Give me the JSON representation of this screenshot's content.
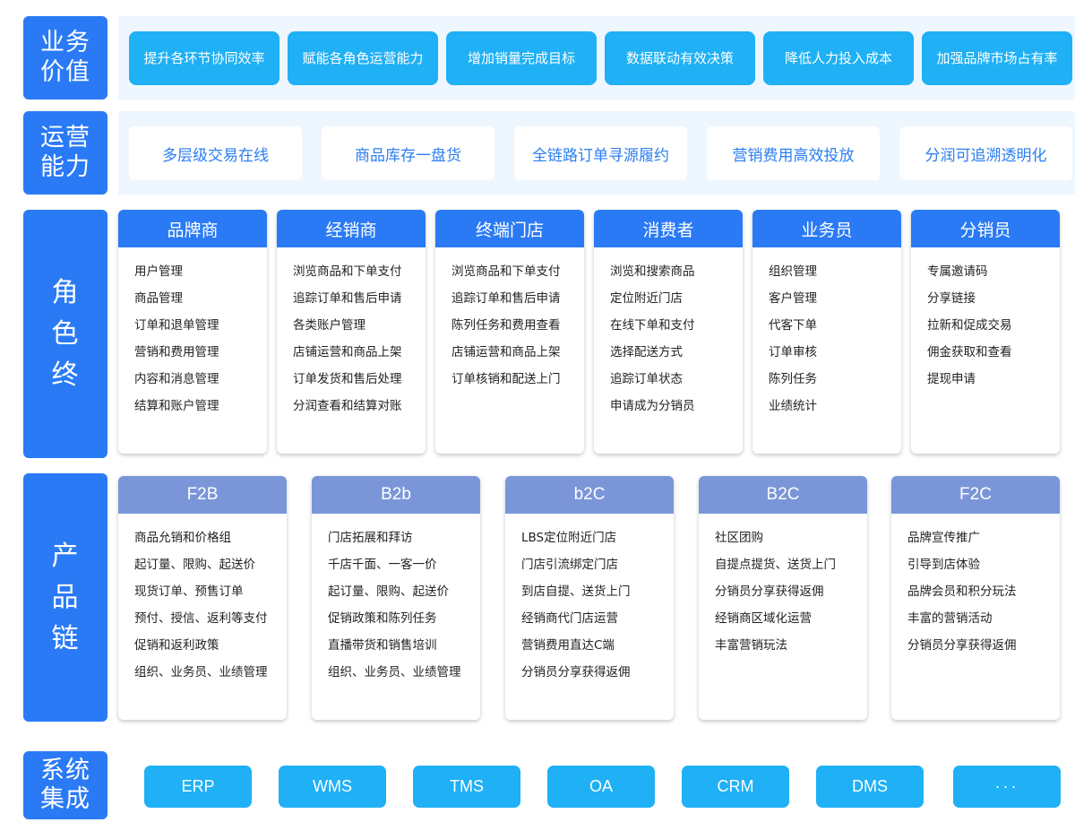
{
  "business_value": {
    "label": "业务价值",
    "items": [
      "提升各环节协同效率",
      "赋能各角色运营能力",
      "增加销量完成目标",
      "数据联动有效决策",
      "降低人力投入成本",
      "加强品牌市场占有率"
    ]
  },
  "operation": {
    "label": "运营能力",
    "items": [
      "多层级交易在线",
      "商品库存一盘货",
      "全链路订单寻源履约",
      "营销费用高效投放",
      "分润可追溯透明化"
    ]
  },
  "roles": {
    "label": "角色终",
    "cards": [
      {
        "title": "品牌商",
        "items": [
          "用户管理",
          "商品管理",
          "订单和退单管理",
          "营销和费用管理",
          "内容和消息管理",
          "结算和账户管理"
        ]
      },
      {
        "title": "经销商",
        "items": [
          "浏览商品和下单支付",
          "追踪订单和售后申请",
          "各类账户管理",
          "店铺运营和商品上架",
          "订单发货和售后处理",
          "分润查看和结算对账"
        ]
      },
      {
        "title": "终端门店",
        "items": [
          "浏览商品和下单支付",
          "追踪订单和售后申请",
          "陈列任务和费用查看",
          "店铺运营和商品上架",
          "订单核销和配送上门"
        ]
      },
      {
        "title": "消费者",
        "items": [
          "浏览和搜索商品",
          "定位附近门店",
          "在线下单和支付",
          "选择配送方式",
          "追踪订单状态",
          "申请成为分销员"
        ]
      },
      {
        "title": "业务员",
        "items": [
          "组织管理",
          "客户管理",
          "代客下单",
          "订单审核",
          "陈列任务",
          "业绩统计"
        ]
      },
      {
        "title": "分销员",
        "items": [
          "专属邀请码",
          "分享链接",
          "拉新和促成交易",
          "佣金获取和查看",
          "提现申请"
        ]
      }
    ]
  },
  "products": {
    "label": "产品链",
    "cards": [
      {
        "title": "F2B",
        "items": [
          "商品允销和价格组",
          "起订量、限购、起送价",
          "现货订单、预售订单",
          "预付、授信、返利等支付",
          "促销和返利政策",
          "组织、业务员、业绩管理"
        ]
      },
      {
        "title": "B2b",
        "items": [
          "门店拓展和拜访",
          "千店千面、一客一价",
          "起订量、限购、起送价",
          "促销政策和陈列任务",
          "直播带货和销售培训",
          "组织、业务员、业绩管理"
        ]
      },
      {
        "title": "b2C",
        "items": [
          "LBS定位附近门店",
          "门店引流绑定门店",
          "到店自提、送货上门",
          "经销商代门店运营",
          "营销费用直达C端",
          "分销员分享获得返佣"
        ]
      },
      {
        "title": "B2C",
        "items": [
          "社区团购",
          "自提点提货、送货上门",
          "分销员分享获得返佣",
          "经销商区域化运营",
          "丰富营销玩法"
        ]
      },
      {
        "title": "F2C",
        "items": [
          "品牌宣传推广",
          "引导到店体验",
          "品牌会员和积分玩法",
          "丰富的营销活动",
          "分销员分享获得返佣"
        ]
      }
    ]
  },
  "systems": {
    "label": "系统集成",
    "items": [
      "ERP",
      "WMS",
      "TMS",
      "OA",
      "CRM",
      "DMS",
      "···"
    ]
  }
}
